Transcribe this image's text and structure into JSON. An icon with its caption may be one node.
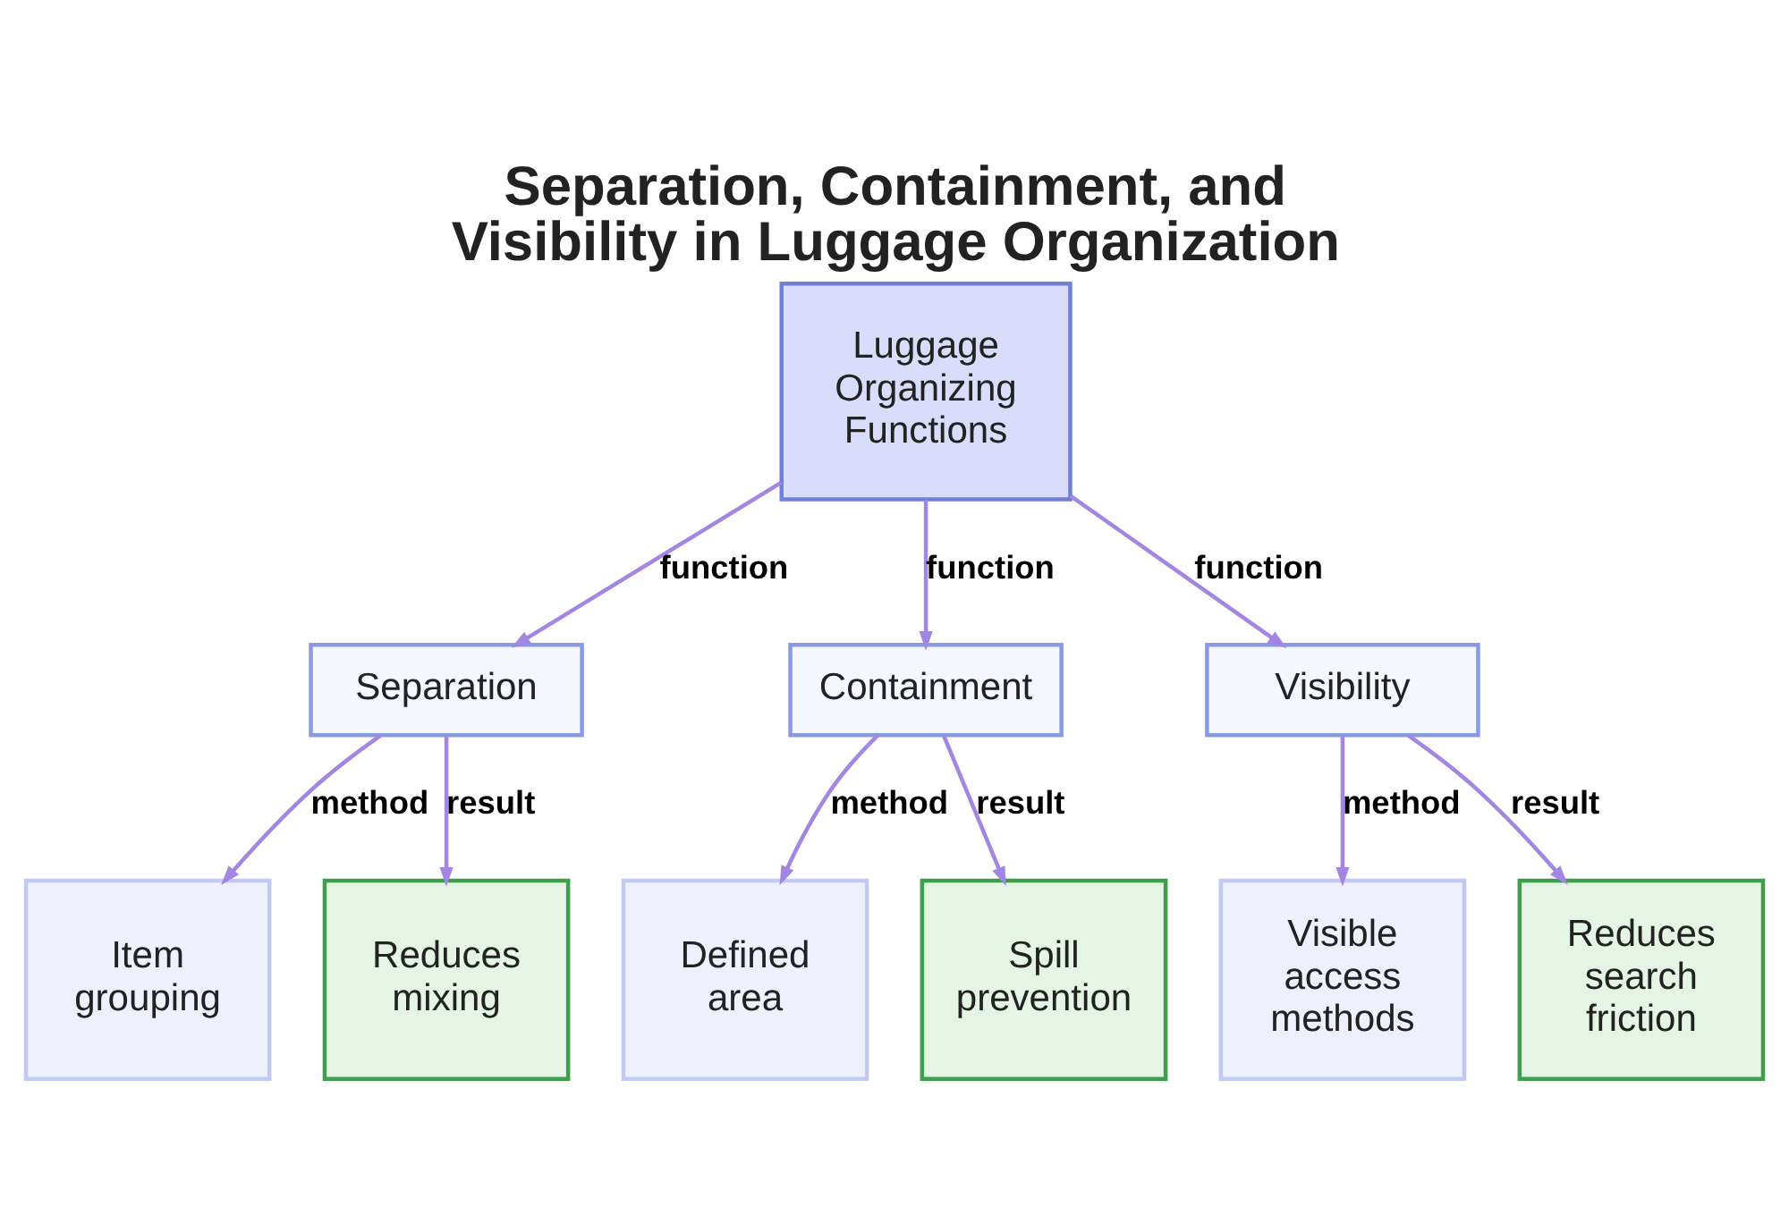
{
  "diagram": {
    "title": "Separation, Containment, and Visibility in Luggage Organization",
    "nodes": [
      {
        "text": [
          "Luggage Organizing Functions"
        ]
      },
      {
        "text": [
          "Separation"
        ]
      },
      {
        "text": [
          "Containment"
        ]
      },
      {
        "text": [
          "Visibility"
        ]
      },
      {
        "text": [
          "Item grouping"
        ]
      },
      {
        "text": [
          "Reduces mixing"
        ]
      },
      {
        "text": [
          "Defined area"
        ]
      },
      {
        "text": [
          "Spill prevention"
        ]
      },
      {
        "text": [
          "Visible access methods"
        ]
      },
      {
        "text": [
          "Reduces search friction"
        ]
      }
    ],
    "edges": [
      {
        "from": 0,
        "to": 1,
        "arrow": "to",
        "label": "function"
      },
      {
        "from": 0,
        "to": 2,
        "arrow": "to",
        "label": "function"
      },
      {
        "from": 0,
        "to": 3,
        "arrow": "to",
        "label": "function"
      },
      {
        "from": 1,
        "to": 4,
        "arrow": "to",
        "label": "method"
      },
      {
        "from": 1,
        "to": 5,
        "arrow": "to",
        "label": "result"
      },
      {
        "from": 2,
        "to": 6,
        "arrow": "to",
        "label": "method"
      },
      {
        "from": 2,
        "to": 7,
        "arrow": "to",
        "label": "result"
      },
      {
        "from": 3,
        "to": 8,
        "arrow": "to",
        "label": "method"
      },
      {
        "from": 3,
        "to": 9,
        "arrow": "to",
        "label": "result"
      }
    ]
  }
}
